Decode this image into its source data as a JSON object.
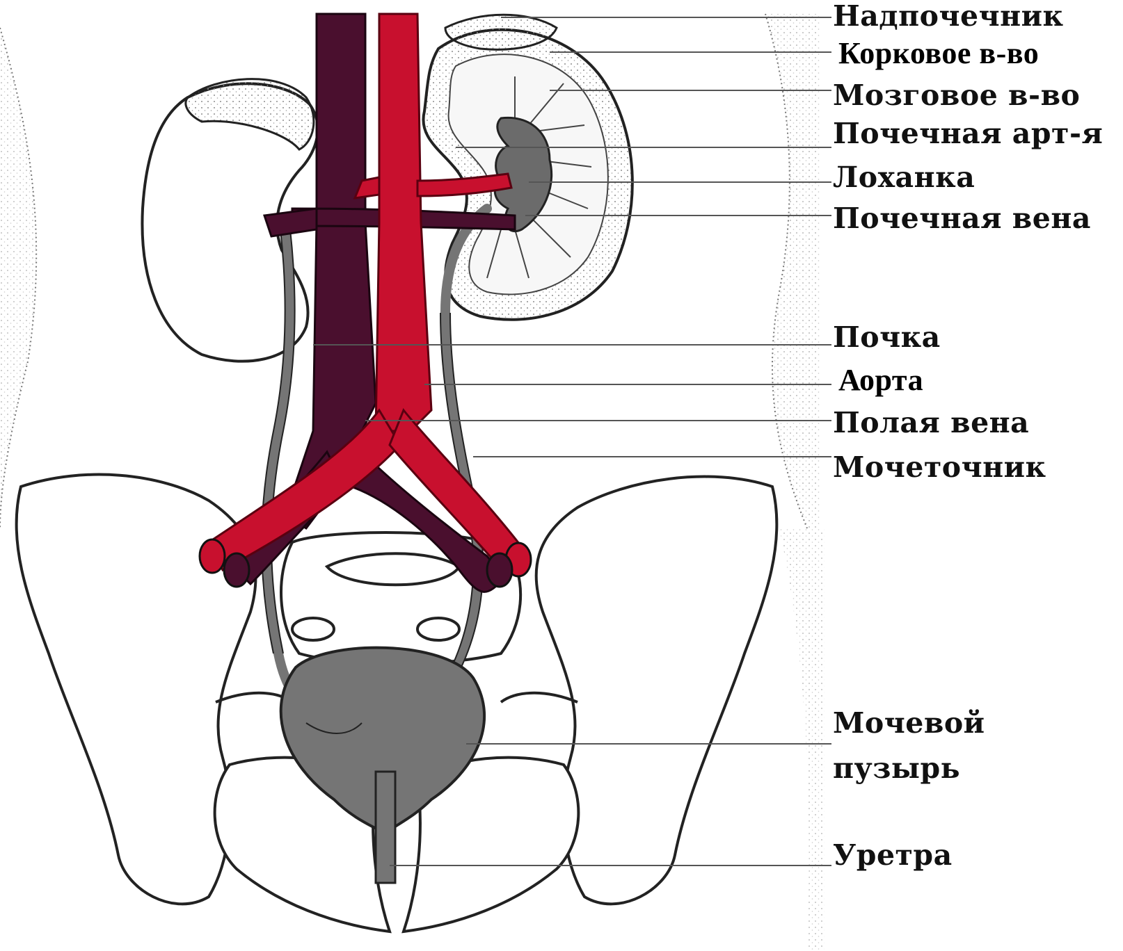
{
  "colors": {
    "artery": "#c8102e",
    "vein": "#4a0f2e",
    "ureter_bladder": "#757575",
    "outline": "#222222",
    "stipple": "#9a9a9a"
  },
  "labels": {
    "adrenal": "Надпочечник",
    "cortex": "Корковое в-во",
    "medulla": "Мозговое в-во",
    "renal_artery": "Почечная арт-я",
    "pelvis": "Лоханка",
    "renal_vein": "Почечная вена",
    "kidney": "Почка",
    "aorta": "Аорта",
    "vena_cava": "Полая вена",
    "ureter": "Мочеточник",
    "bladder_line1": "Мочевой",
    "bladder_line2": "пузырь",
    "urethra": "Уретра"
  }
}
